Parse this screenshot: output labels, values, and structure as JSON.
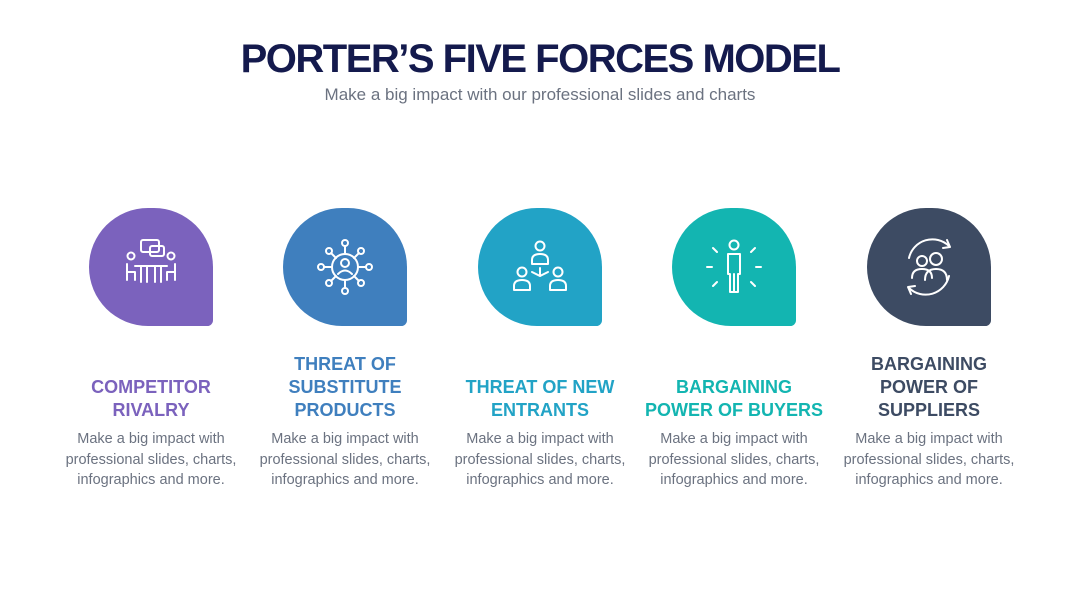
{
  "slide": {
    "title": "PORTER’S FIVE FORCES MODEL",
    "subtitle": "Make a big impact with our professional slides and charts"
  },
  "forces": [
    {
      "heading": "COMPETITOR RIVALRY",
      "description": "Make a big impact with professional slides, charts, infographics and more.",
      "icon": "meeting-table-icon",
      "color": "#7b62bd"
    },
    {
      "heading": "THREAT OF SUBSTITUTE PRODUCTS",
      "description": "Make a big impact with professional slides, charts, infographics and more.",
      "icon": "network-user-icon",
      "color": "#3f7fbe"
    },
    {
      "heading": "THREAT OF NEW ENTRANTS",
      "description": "Make a big impact with professional slides, charts, infographics and more.",
      "icon": "team-hierarchy-icon",
      "color": "#22a3c6"
    },
    {
      "heading": "BARGAINING POWER OF BUYERS",
      "description": "Make a big impact with professional slides, charts, infographics and more.",
      "icon": "person-radiating-icon",
      "color": "#13b5b1"
    },
    {
      "heading": "BARGAINING POWER OF SUPPLIERS",
      "description": "Make a big impact with professional slides, charts, infographics and more.",
      "icon": "users-cycle-icon",
      "color": "#3d4b63"
    }
  ]
}
